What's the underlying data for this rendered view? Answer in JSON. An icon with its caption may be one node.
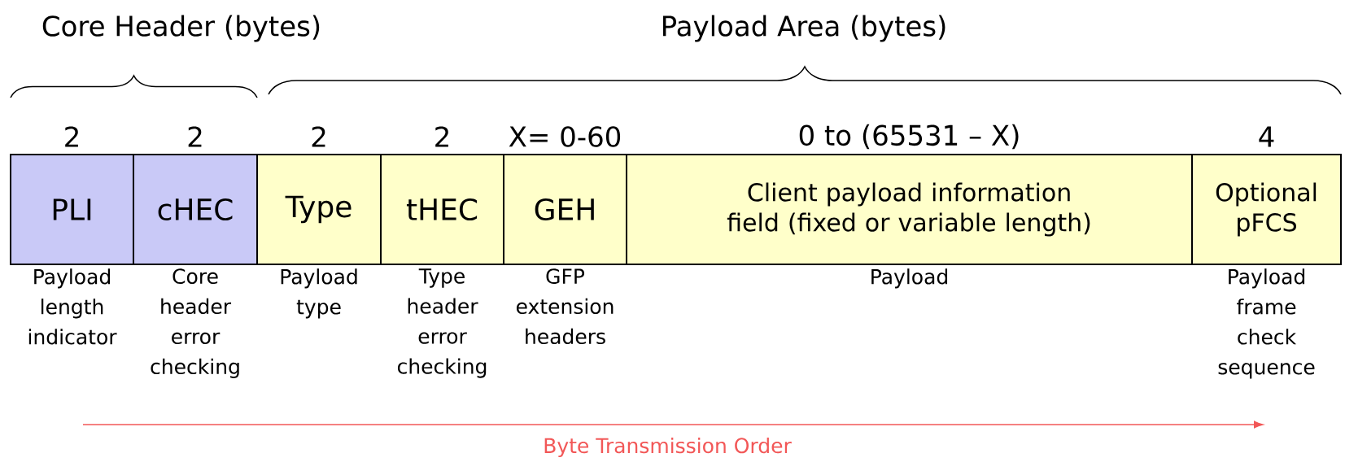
{
  "diagram": {
    "nodes": [
      {
        "text": [
          "PLI"
        ],
        "beside": [
          "2",
          "Payload length indicator"
        ]
      },
      {
        "text": [
          "cHEC"
        ],
        "beside": [
          "2",
          "Core header error checking"
        ]
      },
      {
        "text": [
          "Type"
        ],
        "beside": [
          "2",
          "Payload type"
        ]
      },
      {
        "text": [
          "tHEC"
        ],
        "beside": [
          "2",
          "Type header error checking"
        ]
      },
      {
        "text": [
          "GEH"
        ],
        "beside": [
          "X= 0-60",
          "GFP extension headers"
        ]
      },
      {
        "text": [
          "Client payload information field (fixed or variable length)"
        ],
        "beside": [
          "0 to (65531 – X)",
          "Payload"
        ]
      },
      {
        "text": [
          "Optional pFCS"
        ],
        "beside": [
          "4",
          "Payload frame check sequence"
        ]
      }
    ],
    "labels": [
      "Core Header (bytes)",
      "Payload Area (bytes)",
      "Byte Transmission Order"
    ]
  }
}
